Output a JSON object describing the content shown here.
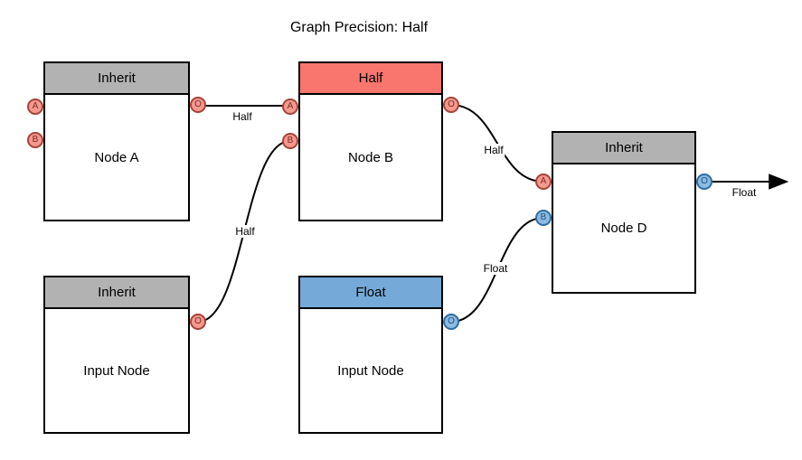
{
  "title": "Graph Precision: Half",
  "colors": {
    "header_inherit": "#b2b2b2",
    "header_half": "#f8766d",
    "header_float": "#74a9d8",
    "port_half_fill": "#f5998f",
    "port_half_stroke": "#a6443a",
    "port_float_fill": "#8cbbe2",
    "port_float_stroke": "#2e6da4"
  },
  "nodes": [
    {
      "id": "node-a",
      "header": "Inherit",
      "label": "Node A",
      "inputs": [
        {
          "name": "A",
          "type": "half"
        },
        {
          "name": "B",
          "type": "half"
        }
      ],
      "output": {
        "name": "O",
        "type": "half"
      }
    },
    {
      "id": "node-b",
      "header": "Half",
      "label": "Node B",
      "inputs": [
        {
          "name": "A",
          "type": "half"
        },
        {
          "name": "B",
          "type": "half"
        }
      ],
      "output": {
        "name": "O",
        "type": "half"
      }
    },
    {
      "id": "node-d",
      "header": "Inherit",
      "label": "Node D",
      "inputs": [
        {
          "name": "A",
          "type": "half"
        },
        {
          "name": "B",
          "type": "float"
        }
      ],
      "output": {
        "name": "O",
        "type": "float"
      }
    },
    {
      "id": "input-node-left",
      "header": "Inherit",
      "label": "Input Node",
      "inputs": [],
      "output": {
        "name": "O",
        "type": "half"
      }
    },
    {
      "id": "input-node-middle",
      "header": "Float",
      "label": "Input Node",
      "inputs": [],
      "output": {
        "name": "O",
        "type": "float"
      }
    }
  ],
  "edges": [
    {
      "from": "node-a.O",
      "to": "node-b.A",
      "label": "Half"
    },
    {
      "from": "input-node-left.O",
      "to": "node-b.B",
      "label": "Half"
    },
    {
      "from": "node-b.O",
      "to": "node-d.A",
      "label": "Half"
    },
    {
      "from": "input-node-middle.O",
      "to": "node-d.B",
      "label": "Float"
    },
    {
      "from": "node-d.O",
      "to": "graph-output",
      "label": "Float"
    }
  ]
}
